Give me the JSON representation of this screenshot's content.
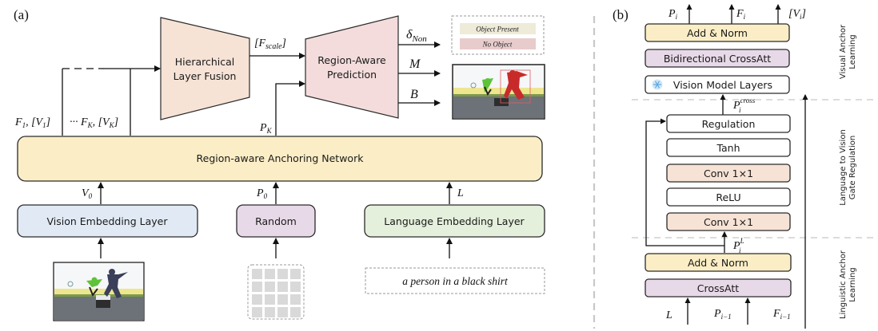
{
  "panel_a": {
    "label": "(a)",
    "hierarchical_fusion": {
      "line1": "Hierarchical",
      "line2": "Layer Fusion"
    },
    "region_prediction": {
      "line1": "Region-Aware",
      "line2": "Prediction"
    },
    "f_scale_label": "[F",
    "f_scale_sub": "scale",
    "f_scale_close": "]",
    "outputs": [
      {
        "main": "δ",
        "sub": "Non"
      },
      {
        "main": "M",
        "sub": ""
      },
      {
        "main": "B",
        "sub": ""
      }
    ],
    "legend": {
      "items": [
        {
          "label": "Object Present",
          "color": "#eeebd9"
        },
        {
          "label": "No Object",
          "color": "#e8cccc"
        }
      ]
    },
    "feature_labels": {
      "f1": "F",
      "f1_sub": "1",
      "v1_open": ", [V",
      "v1_sub": "1",
      "v1_close": "]",
      "dots": "··· ",
      "fk": "F",
      "fk_sub": "K",
      "vk_open": ", [V",
      "vk_sub": "K",
      "vk_close": "]"
    },
    "pk_label": {
      "main": "P",
      "sub": "K"
    },
    "anchoring_network": "Region-aware Anchoring Network",
    "v0_label": {
      "main": "V",
      "sub": "0"
    },
    "p0_label": {
      "main": "P",
      "sub": "0"
    },
    "l_label": "L",
    "vision_embedding": "Vision Embedding Layer",
    "random": "Random",
    "language_embedding": "Language Embedding Layer",
    "text_query": "a person in a black shirt",
    "input_image_desc": "skateboarding photo",
    "output_image_desc": "skateboarding photo with segmented person"
  },
  "panel_b": {
    "label": "(b)",
    "top_outputs": [
      {
        "main": "P",
        "sub": "i",
        "open": "",
        "close": ""
      },
      {
        "main": "F",
        "sub": "i",
        "open": "",
        "close": ""
      },
      {
        "main": "V",
        "sub": "i",
        "open": "[",
        "close": "]"
      }
    ],
    "add_norm_top": "Add & Norm",
    "bidirectional_crossatt": "Bidirectional CrossAtt",
    "vision_model_layers": "Vision Model Layers",
    "p_cross": {
      "main": "P",
      "sub": "i",
      "sup": "cross"
    },
    "regulation": "Regulation",
    "tanh": "Tanh",
    "conv1": "Conv 1×1",
    "relu": "ReLU",
    "conv2": "Conv 1×1",
    "p_l": {
      "main": "P",
      "sub": "i",
      "sup": "L"
    },
    "add_norm_bottom": "Add & Norm",
    "crossatt": "CrossAtt",
    "bottom_inputs": [
      {
        "main": "L",
        "sub": ""
      },
      {
        "main": "P",
        "sub": "i−1"
      },
      {
        "main": "F",
        "sub": "i−1"
      }
    ],
    "section_labels": {
      "visual": [
        "Visual Anchor",
        "Learning"
      ],
      "gate": [
        "Language to Vision",
        "Gate Regulation"
      ],
      "linguistic": [
        "Linguistic  Anchor",
        "Learning"
      ]
    }
  },
  "colors": {
    "yellow": "#fbeec6",
    "peach": "#f6e3d6",
    "pink": "#f4dcdc",
    "blue": "#e1eaf4",
    "purple": "#e8d9e8",
    "green": "#e4efdc",
    "stroke": "#2a2a2a",
    "dash_gray": "#c8c8c8"
  }
}
